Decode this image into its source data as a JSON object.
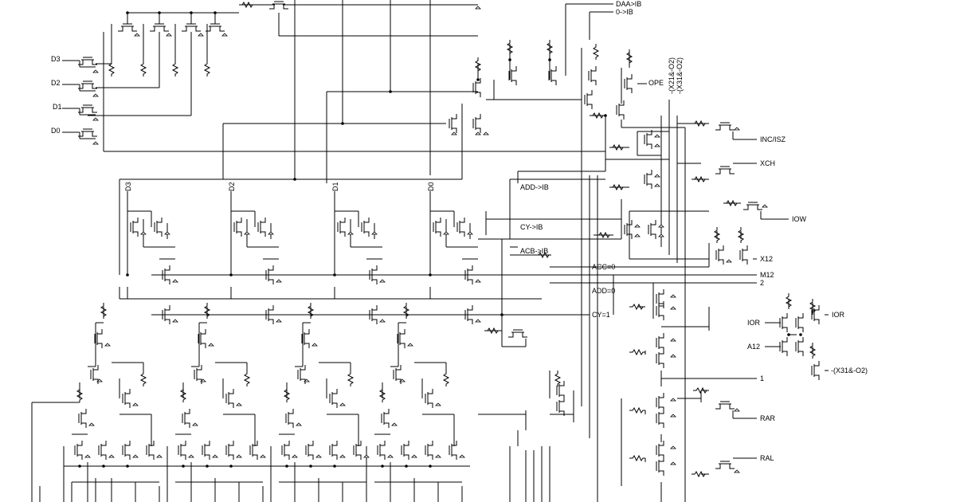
{
  "diagram": {
    "signals": {
      "d3": "D3",
      "d2": "D2",
      "d1": "D1",
      "d0": "D0",
      "daa_ib": "DAA>IB",
      "zero_ib": "0->IB",
      "ope": "OPE",
      "x21_o2": "-(X21&-O2)",
      "x31_o2": "-(X31&-O2)",
      "inc_isz": "INC/ISZ",
      "xch": "XCH",
      "iow": "IOW",
      "add_ib": "ADD->IB",
      "cy_ib": "CY->IB",
      "acb_ib": "ACB->IB",
      "x12": "X12",
      "acc0": "ACC=0",
      "m12": "M12",
      "two": "2",
      "add0": "ADD=0",
      "cy1": "CY=1",
      "ior_right": "IOR",
      "ior_left": "IOR",
      "a12": "A12",
      "x31_o2_b": "-(X31&-O2)",
      "one": "1",
      "rar": "RAR",
      "ral": "RAL"
    }
  }
}
